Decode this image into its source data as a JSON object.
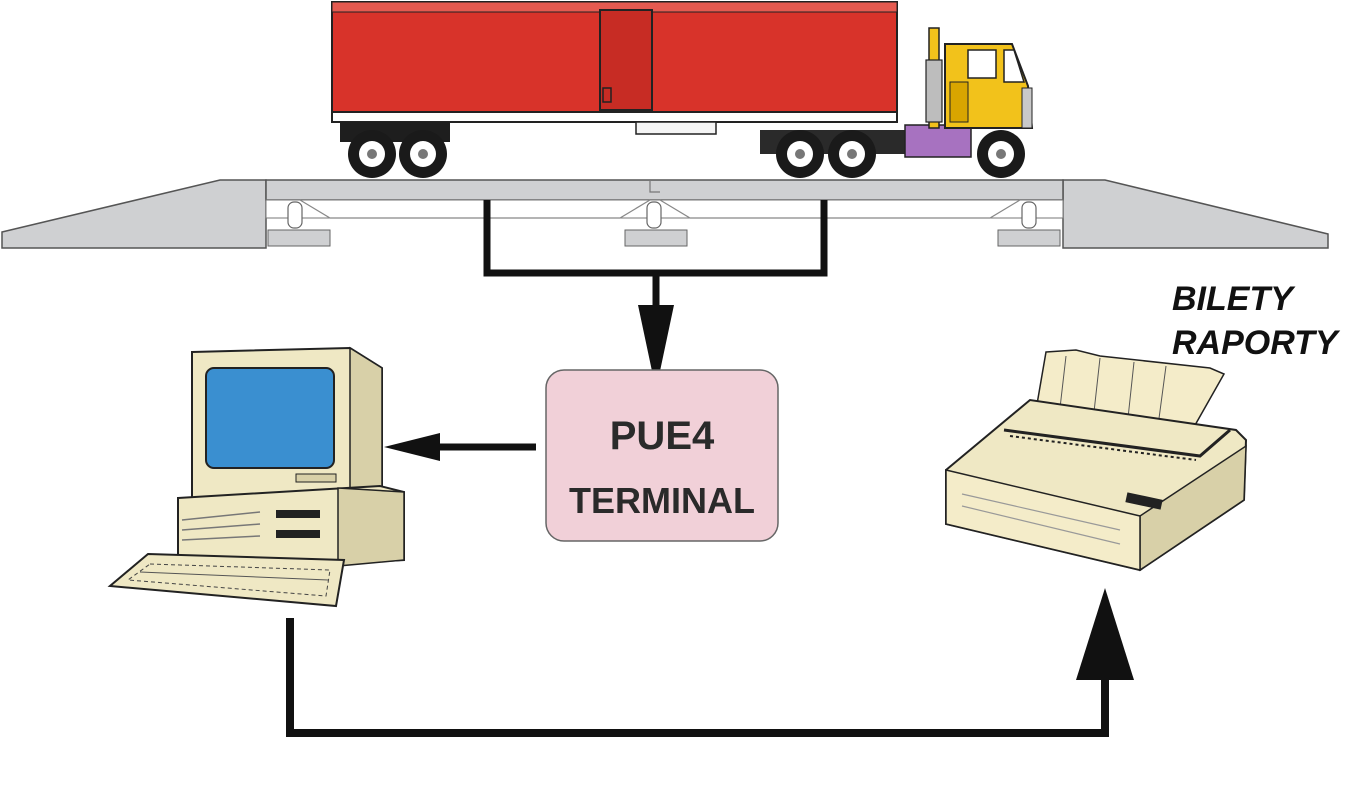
{
  "terminal": {
    "model": "PUE4",
    "label": "TERMINAL"
  },
  "printer": {
    "output_line_1": "BILETY",
    "output_line_2": "RAPORTY"
  },
  "colors": {
    "trailer": "#d8332a",
    "cab": "#f2c21b",
    "terminal_box": "#f1d0d8",
    "scale_platform": "#cfd0d2",
    "screen": "#3a8fd0",
    "beige": "#efe8c4",
    "connector": "#111111"
  },
  "icons": [
    "truck-icon",
    "scale-platform-icon",
    "computer-icon",
    "printer-icon",
    "arrow-icon"
  ]
}
